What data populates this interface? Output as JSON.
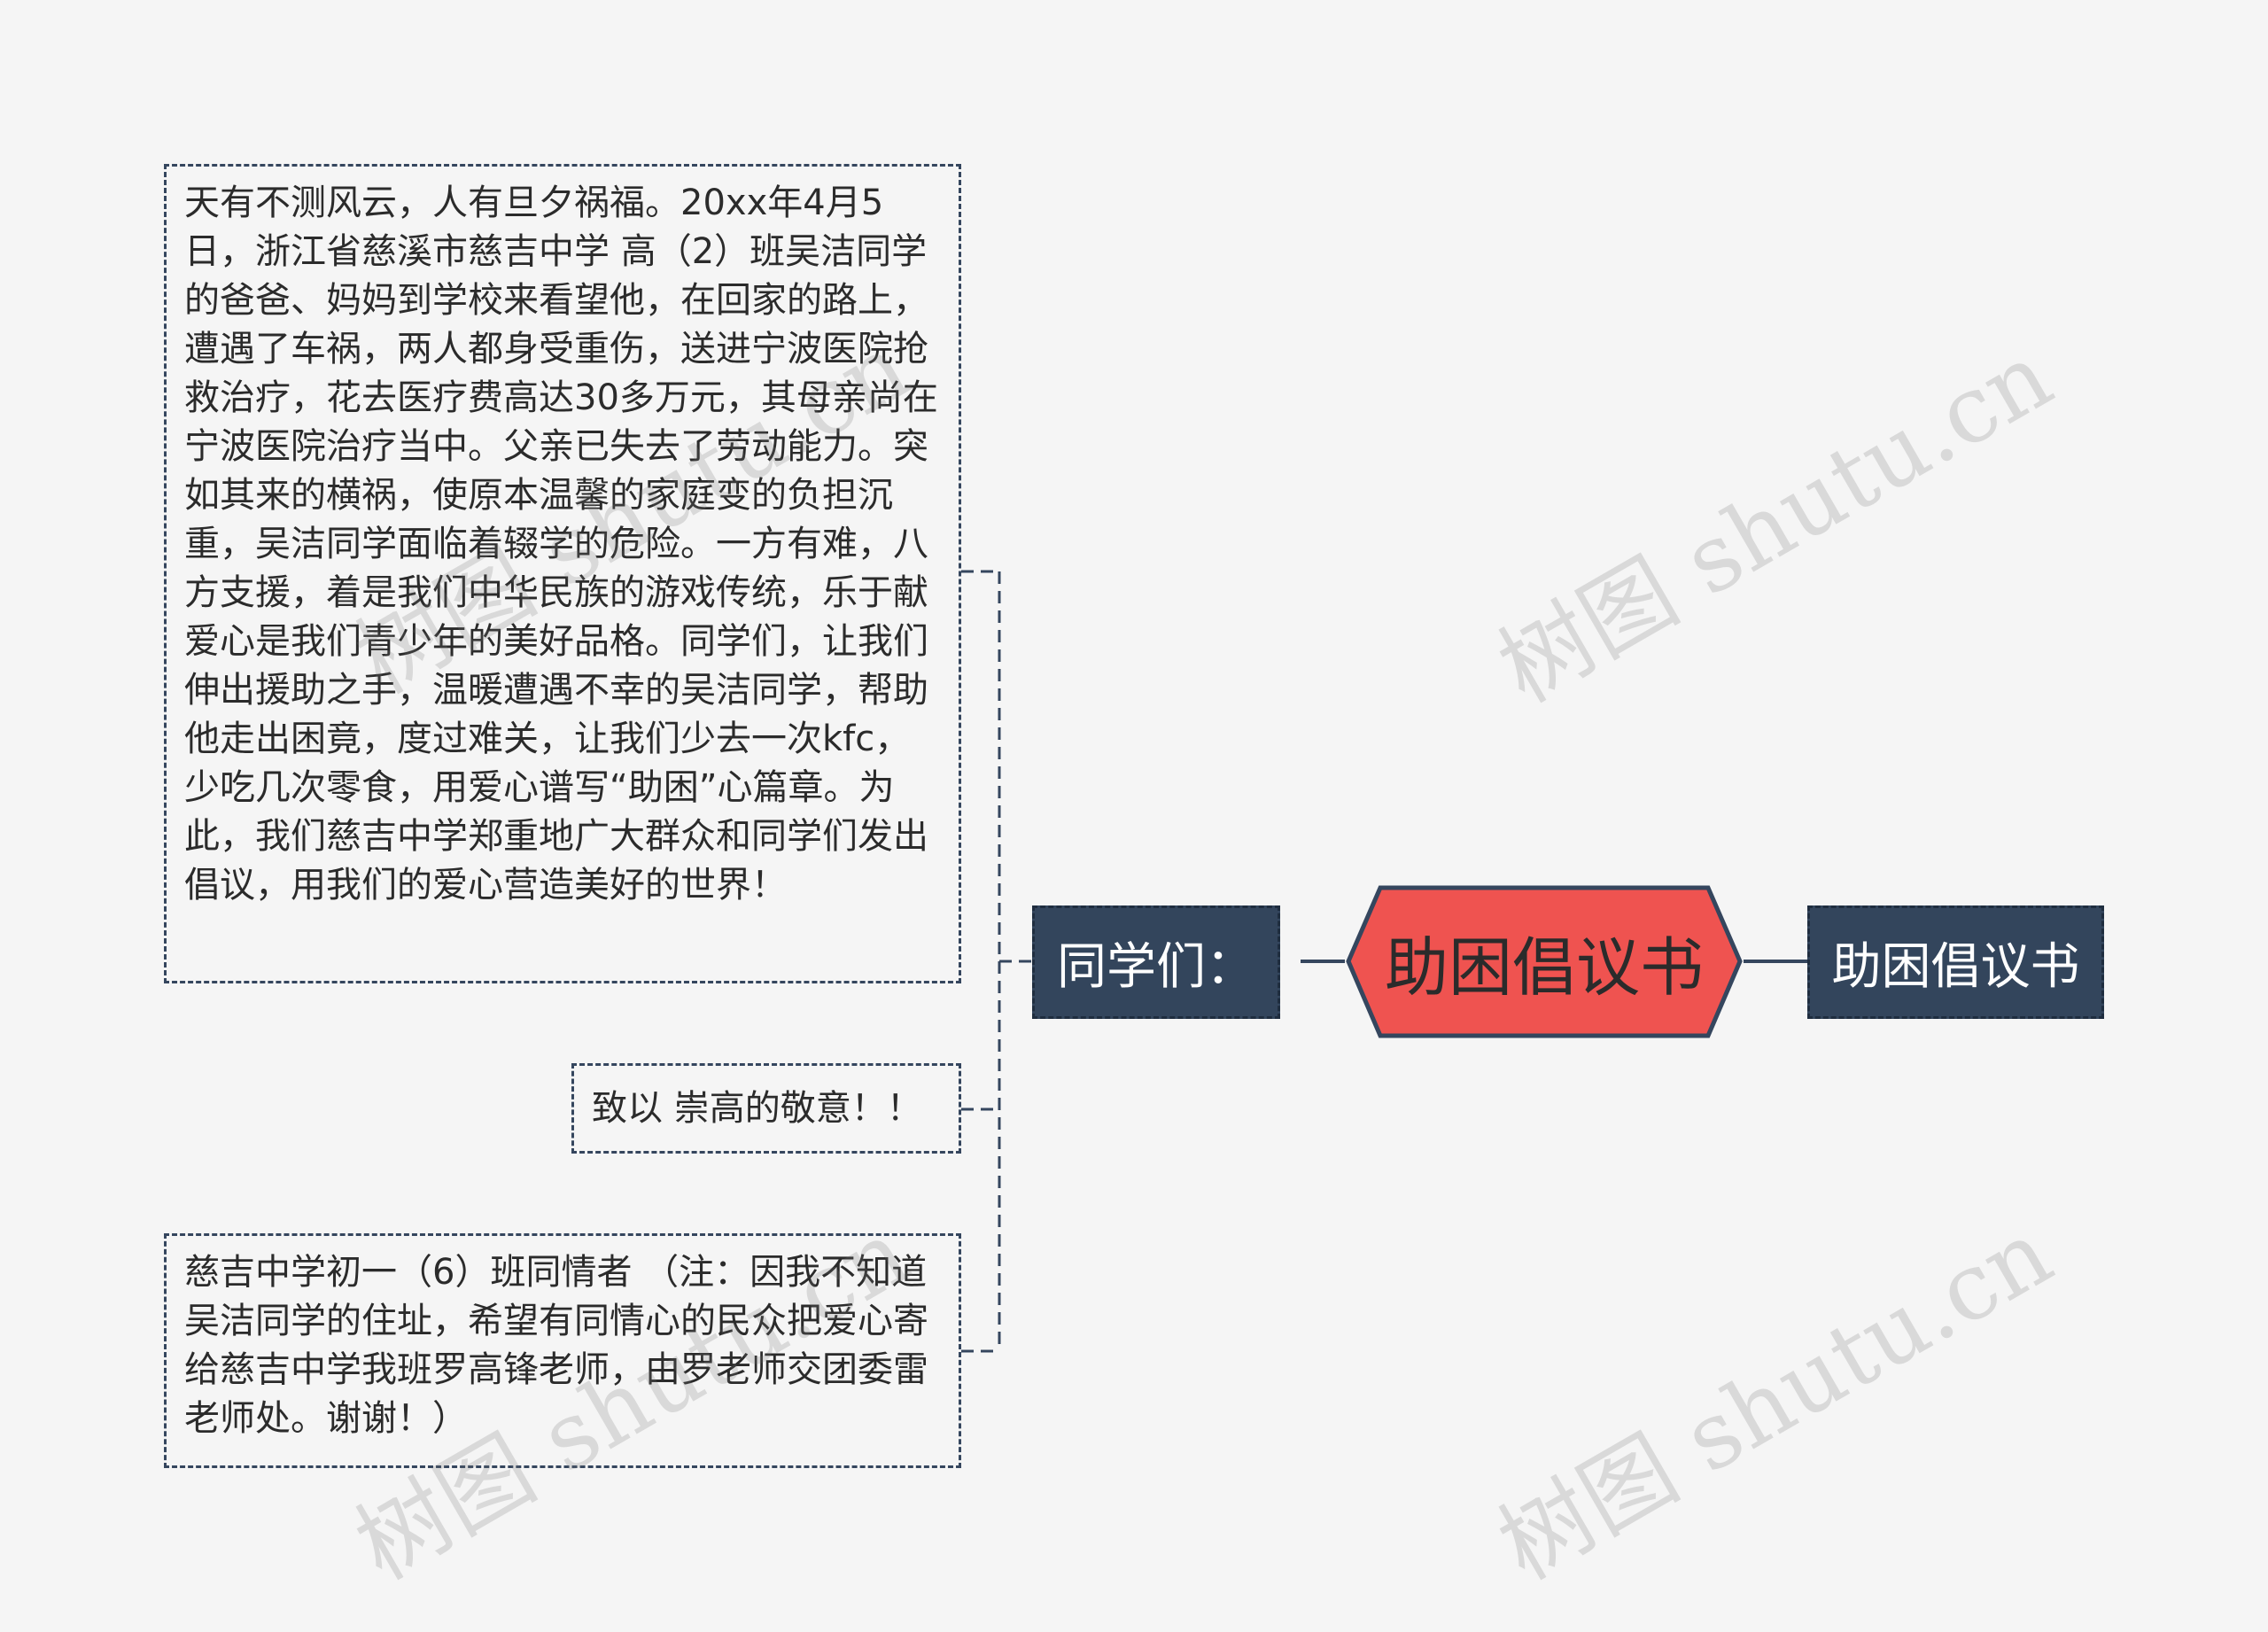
{
  "mindmap": {
    "root": {
      "label": "助困倡议书"
    },
    "right_child": {
      "label": "助困倡议书"
    },
    "left_child": {
      "label": "同学们："
    },
    "leaves": [
      {
        "text": "天有不测风云，人有旦夕祸福。20xx年4月5日，浙江省慈溪市慈吉中学 高（2）班吴洁同学的爸爸、妈妈到学校来看望他，在回家的路上，遭遇了车祸，两人都身受重伤，送进宁波医院抢救治疗，花去医疗费高达30多万元，其母亲尚在宁波医院治疗当中。父亲已失去了劳动能力。突如其来的横祸，使原本温馨的家庭变的负担沉重，吴洁同学面临着辍学的危险。一方有难，八方支援，着是我们中华民族的游戏传统，乐于献爱心是我们青少年的美好品格。同学们，让我们伸出援助之手，温暖遭遇不幸的吴洁同学，帮助他走出困竟，度过难关，让我们少去一次kfc，少吃几次零食，用爱心谱写“助困”心篇章。为此，我们慈吉中学郑重地广大群众和同学们发出倡议，用我们的爱心营造美好的世界！"
      },
      {
        "text": "致以 崇高的敬意！！"
      },
      {
        "text": "慈吉中学初一（6）班同情者 （注：因我不知道吴洁同学的住址，希望有同情心的民众把爱心寄给慈吉中学我班罗高锋老师，由罗老师交团委雷老师处。谢谢！）"
      }
    ]
  },
  "watermark": {
    "text": "树图 shutu.cn"
  },
  "colors": {
    "root_fill": "#ef5350",
    "root_border": "#35465e",
    "dark_node": "#33455c",
    "line": "#35465e",
    "background": "#f5f5f5"
  }
}
